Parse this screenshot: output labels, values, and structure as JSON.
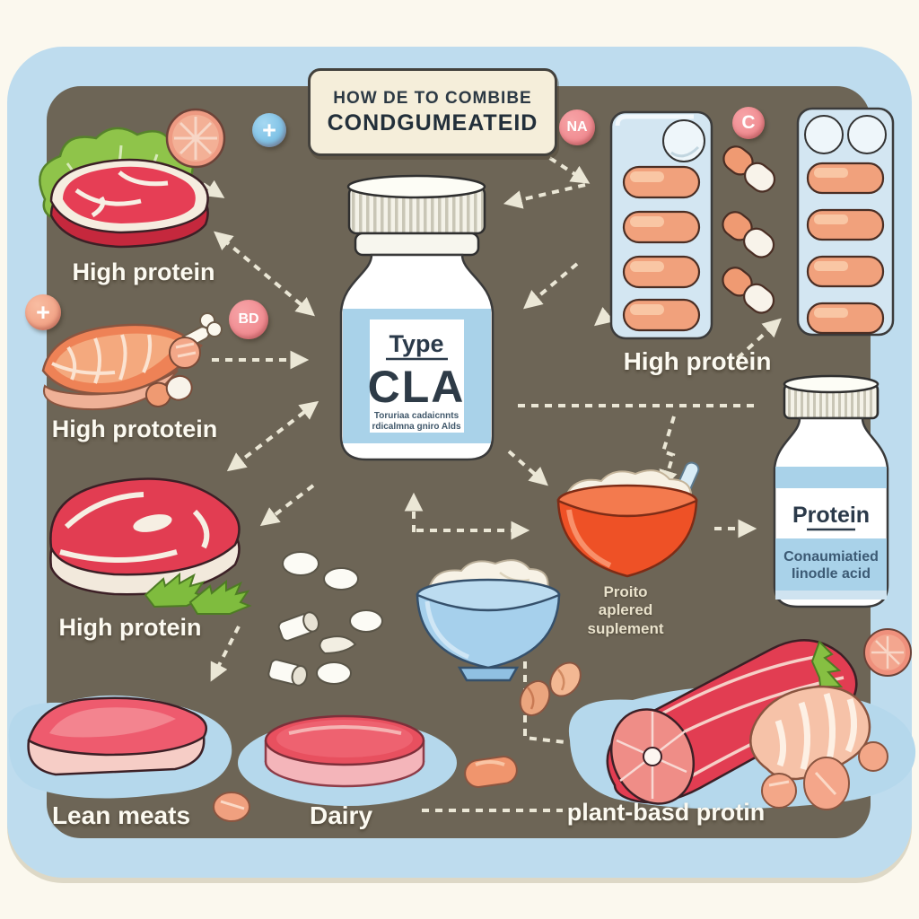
{
  "title": {
    "line1": "HOW DE TO COMBIBE",
    "line2": "CONDGUMEATEID"
  },
  "cla_bottle": {
    "type_label": "Type",
    "name": "CLA",
    "sub1": "Toruriaa cadaicnnts",
    "sub2": "rdicalmna gniro Alds"
  },
  "protein_bottle": {
    "name": "Protein",
    "sub1": "Conaumiatied",
    "sub2": "Iinodle acid"
  },
  "food_labels": {
    "meat1": "High protein",
    "salmon": "High prototein",
    "steak": "High protein",
    "blister": "High protein",
    "lean": "Lean meats",
    "dairy": "Dairy",
    "plant": "plant-basd protin"
  },
  "note": {
    "line1": "Proito",
    "line2": "aplered",
    "line3": "suplement"
  },
  "badges": {
    "plus_blue": "+",
    "na": "NA",
    "c": "C",
    "bd": "BD",
    "plus_peach": "+"
  },
  "colors": {
    "frame_blue": "#bedcee",
    "panel_brown": "#6d6556",
    "blob_blue": "#b5d8ec",
    "meat_red": "#e5405a",
    "capsule_peach": "#f1a17c",
    "badge_pink": "#ee7f86",
    "bowl_orange": "#ee5a30",
    "bowl_blue": "#a8d2ec",
    "label_blue": "#a9d2e9",
    "arrow_cream": "#f2eedd"
  }
}
